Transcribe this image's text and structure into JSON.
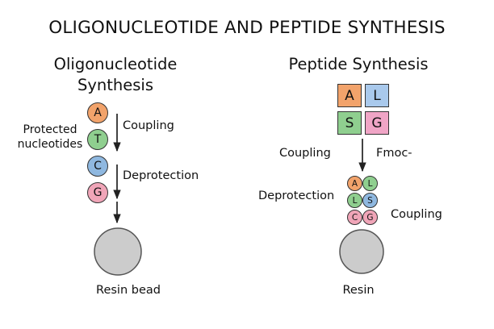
{
  "title": "OLIGONUCLEOTIDE AND PEPTIDE SYNTHESIS",
  "left": {
    "heading_line1": "Oligonucleotide",
    "heading_line2": "Synthesis",
    "side_label_line1": "Protected",
    "side_label_line2": "nucleotides",
    "step1": "Coupling",
    "step2": "Deprotection",
    "bead_label": "Resin bead",
    "nucleotides": [
      {
        "letter": "A",
        "color": "#f2a36b"
      },
      {
        "letter": "T",
        "color": "#8fcf8f"
      },
      {
        "letter": "C",
        "color": "#8fb8e0"
      },
      {
        "letter": "G",
        "color": "#f0a5b8"
      }
    ],
    "bead_color": "#cccccc"
  },
  "right": {
    "heading": "Peptide Synthesis",
    "reagent": "Fmoc-",
    "coupling_left": "Coupling",
    "deprotection": "Deprotection",
    "coupling_right": "Coupling",
    "bead_label": "Resin",
    "amino_acids_grid": [
      {
        "letter": "A",
        "color": "#f2a36b"
      },
      {
        "letter": "L",
        "color": "#a9c9ec"
      },
      {
        "letter": "S",
        "color": "#8fcf8f"
      },
      {
        "letter": "G",
        "color": "#f0a5c6"
      }
    ],
    "chain": [
      {
        "letter": "A",
        "color": "#f2a36b"
      },
      {
        "letter": "L",
        "color": "#8fcf8f"
      },
      {
        "letter": "L",
        "color": "#8fcf8f"
      },
      {
        "letter": "S",
        "color": "#8fb8e0"
      },
      {
        "letter": "C",
        "color": "#f0a5b8"
      },
      {
        "letter": "G",
        "color": "#f0a5b8"
      }
    ],
    "bead_color": "#cccccc"
  }
}
